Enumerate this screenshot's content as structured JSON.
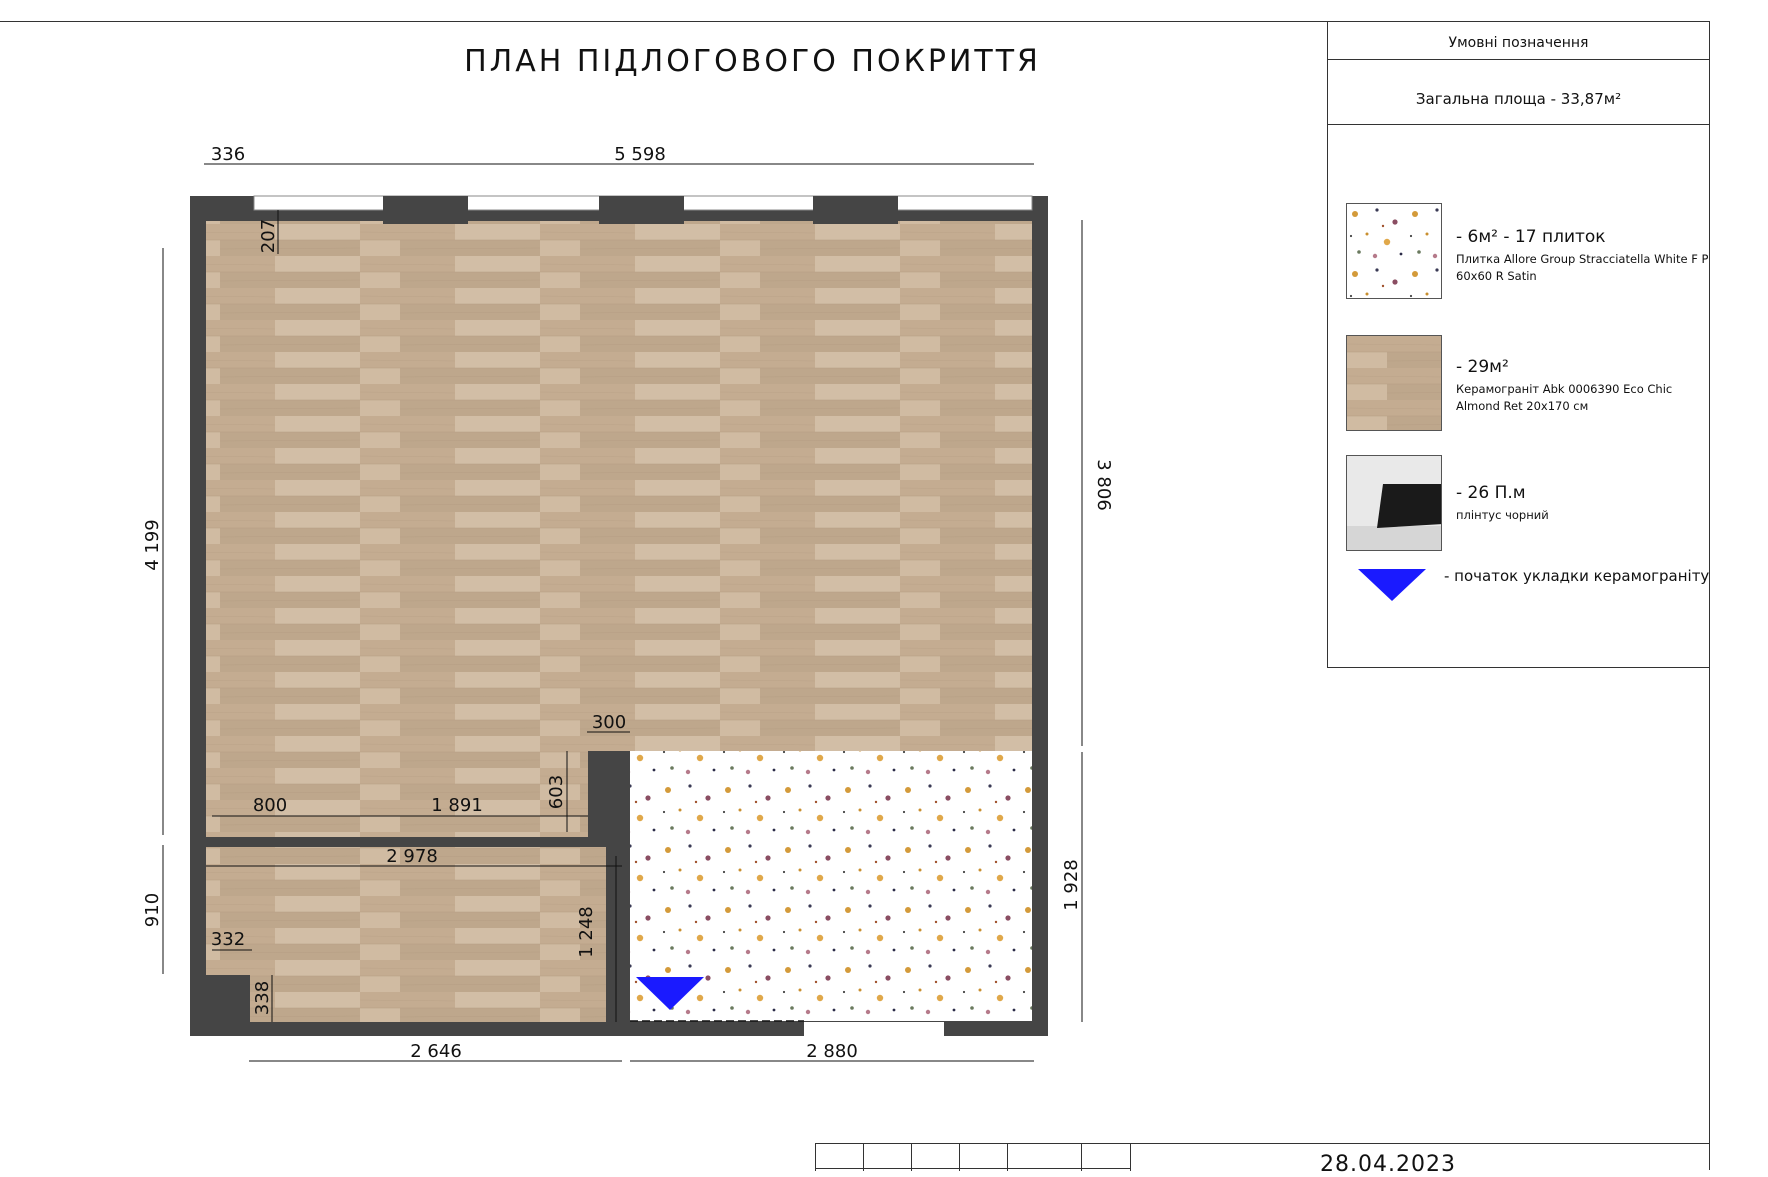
{
  "drawing": {
    "title": "ПЛАН ПІДЛОГОВОГО ПОКРИТТЯ",
    "dimensions": {
      "top_left": "336",
      "top_width": "5 598",
      "right_height": "3 806",
      "left_height": "4 199",
      "window_depth": "207",
      "partition_gap": "300",
      "partition_depth": "603",
      "door_width": "800",
      "partition_length": "1 891",
      "room_width": "2 978",
      "room_height": "1 248",
      "left_lower": "910",
      "niche_width": "332",
      "niche_depth": "338",
      "right_lower": "1 928",
      "bottom_left": "2 646",
      "bottom_right": "2 880"
    }
  },
  "legend": {
    "header": "Умовні позначення",
    "total_area": "Загальна площа - 33,87м²",
    "items": [
      {
        "icon": "terrazzo-tile-swatch",
        "main": "- 6м² - 17 плиток",
        "sub": "Плитка Allore Group Stracciatella White F P 60x60 R Satin"
      },
      {
        "icon": "wood-porcelain-swatch",
        "main": "- 29м²",
        "sub": "Керамограніт Abk 0006390 Eco Chic Almond Ret 20x170 см"
      },
      {
        "icon": "black-skirting-swatch",
        "main": "- 26 П.м",
        "sub": "плінтус чорний"
      },
      {
        "icon": "blue-triangle-icon",
        "main": "- початок укладки керамограніту",
        "sub": ""
      }
    ]
  },
  "stamp": {
    "date": "28.04.2023"
  },
  "colors": {
    "wall": "#454545",
    "wood": "#c9b399",
    "marker": "#1a1aff"
  }
}
